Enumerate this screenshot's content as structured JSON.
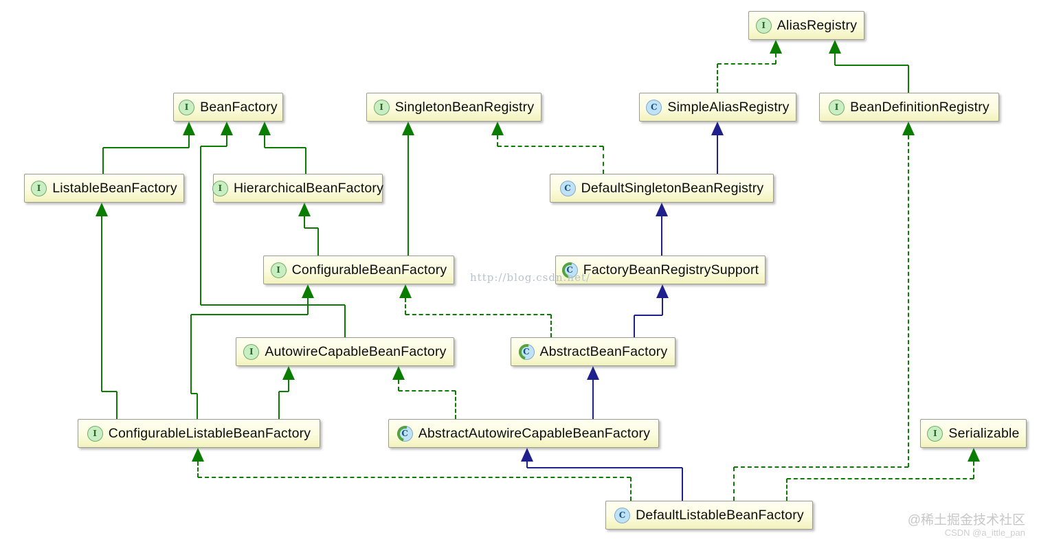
{
  "colors": {
    "interface_edge": "#0a7d00",
    "class_edge": "#20208c"
  },
  "icons": {
    "interface_letter": "I",
    "class_letter": "C",
    "abstract_class_letter": "C"
  },
  "nodes": [
    {
      "label": "AliasRegistry",
      "kind": "interface"
    },
    {
      "label": "BeanFactory",
      "kind": "interface"
    },
    {
      "label": "SingletonBeanRegistry",
      "kind": "interface"
    },
    {
      "label": "SimpleAliasRegistry",
      "kind": "class"
    },
    {
      "label": "BeanDefinitionRegistry",
      "kind": "interface"
    },
    {
      "label": "ListableBeanFactory",
      "kind": "interface"
    },
    {
      "label": "HierarchicalBeanFactory",
      "kind": "interface"
    },
    {
      "label": "DefaultSingletonBeanRegistry",
      "kind": "class"
    },
    {
      "label": "ConfigurableBeanFactory",
      "kind": "interface"
    },
    {
      "label": "FactoryBeanRegistrySupport",
      "kind": "abstract-class"
    },
    {
      "label": "AutowireCapableBeanFactory",
      "kind": "interface"
    },
    {
      "label": "AbstractBeanFactory",
      "kind": "abstract-class"
    },
    {
      "label": "ConfigurableListableBeanFactory",
      "kind": "interface"
    },
    {
      "label": "AbstractAutowireCapableBeanFactory",
      "kind": "abstract-class"
    },
    {
      "label": "Serializable",
      "kind": "interface"
    },
    {
      "label": "DefaultListableBeanFactory",
      "kind": "class"
    }
  ],
  "edges": [
    {
      "from": "ListableBeanFactory",
      "to": "BeanFactory",
      "relation": "extends",
      "color": "green",
      "line": "solid"
    },
    {
      "from": "AutowireCapableBeanFactory",
      "to": "BeanFactory",
      "relation": "extends",
      "color": "green",
      "line": "solid"
    },
    {
      "from": "HierarchicalBeanFactory",
      "to": "BeanFactory",
      "relation": "extends",
      "color": "green",
      "line": "solid"
    },
    {
      "from": "ConfigurableBeanFactory",
      "to": "HierarchicalBeanFactory",
      "relation": "extends",
      "color": "green",
      "line": "solid"
    },
    {
      "from": "ConfigurableBeanFactory",
      "to": "SingletonBeanRegistry",
      "relation": "extends",
      "color": "green",
      "line": "solid"
    },
    {
      "from": "DefaultSingletonBeanRegistry",
      "to": "SingletonBeanRegistry",
      "relation": "implements",
      "color": "green",
      "line": "dashed"
    },
    {
      "from": "SimpleAliasRegistry",
      "to": "AliasRegistry",
      "relation": "implements",
      "color": "green",
      "line": "dashed"
    },
    {
      "from": "BeanDefinitionRegistry",
      "to": "AliasRegistry",
      "relation": "extends",
      "color": "green",
      "line": "solid"
    },
    {
      "from": "DefaultSingletonBeanRegistry",
      "to": "SimpleAliasRegistry",
      "relation": "extends",
      "color": "navy",
      "line": "solid"
    },
    {
      "from": "FactoryBeanRegistrySupport",
      "to": "DefaultSingletonBeanRegistry",
      "relation": "extends",
      "color": "navy",
      "line": "solid"
    },
    {
      "from": "AbstractBeanFactory",
      "to": "FactoryBeanRegistrySupport",
      "relation": "extends",
      "color": "navy",
      "line": "solid"
    },
    {
      "from": "AbstractBeanFactory",
      "to": "ConfigurableBeanFactory",
      "relation": "implements",
      "color": "green",
      "line": "dashed"
    },
    {
      "from": "ConfigurableListableBeanFactory",
      "to": "ListableBeanFactory",
      "relation": "extends",
      "color": "green",
      "line": "solid"
    },
    {
      "from": "ConfigurableListableBeanFactory",
      "to": "ConfigurableBeanFactory",
      "relation": "extends",
      "color": "green",
      "line": "solid"
    },
    {
      "from": "ConfigurableListableBeanFactory",
      "to": "AutowireCapableBeanFactory",
      "relation": "extends",
      "color": "green",
      "line": "solid"
    },
    {
      "from": "AbstractAutowireCapableBeanFactory",
      "to": "AutowireCapableBeanFactory",
      "relation": "implements",
      "color": "green",
      "line": "dashed"
    },
    {
      "from": "AbstractAutowireCapableBeanFactory",
      "to": "AbstractBeanFactory",
      "relation": "extends",
      "color": "navy",
      "line": "solid"
    },
    {
      "from": "DefaultListableBeanFactory",
      "to": "AbstractAutowireCapableBeanFactory",
      "relation": "extends",
      "color": "navy",
      "line": "solid"
    },
    {
      "from": "DefaultListableBeanFactory",
      "to": "ConfigurableListableBeanFactory",
      "relation": "implements",
      "color": "green",
      "line": "dashed"
    },
    {
      "from": "DefaultListableBeanFactory",
      "to": "BeanDefinitionRegistry",
      "relation": "implements",
      "color": "green",
      "line": "dashed"
    },
    {
      "from": "DefaultListableBeanFactory",
      "to": "Serializable",
      "relation": "implements",
      "color": "green",
      "line": "dashed"
    }
  ],
  "watermarks": {
    "center": "http://blog.csdn.net/",
    "right_line1": "@稀土掘金技术社区",
    "right_line2": "CSDN @a_ittle_pan"
  }
}
